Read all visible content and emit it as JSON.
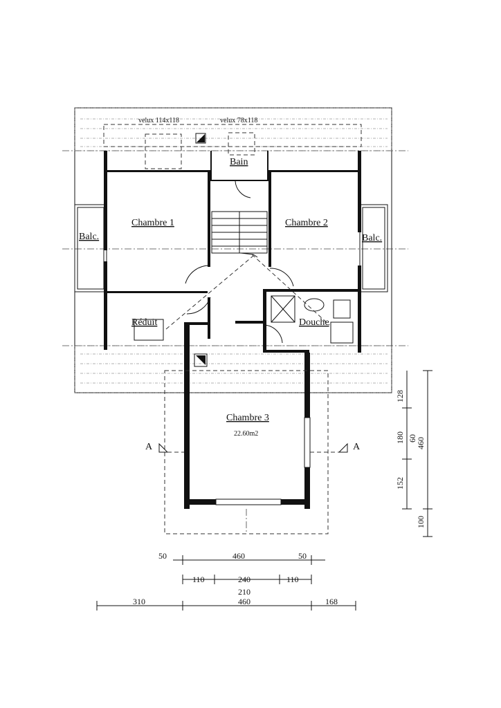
{
  "labels": {
    "velux_1": "velux 114x118",
    "velux_2": "velux 78x118",
    "bain": "Bain",
    "chambre_1": "Chambre 1",
    "chambre_2": "Chambre 2",
    "balc_left": "Balc.",
    "balc_right": "Balc.",
    "reduit": "Réduit",
    "douche": "Douche",
    "chambre_3": "Chambre 3",
    "chambre_3_area": "22.60m2",
    "section_left": "A",
    "section_right": "A"
  },
  "dimensions": {
    "row1": [
      "50",
      "460",
      "50"
    ],
    "row2": [
      "110",
      "240",
      "110"
    ],
    "row2_sub": "210",
    "row3": [
      "310",
      "460",
      "168"
    ],
    "vertical": [
      "128",
      "180",
      "152",
      "100"
    ],
    "vertical_mid": [
      "60",
      "460"
    ]
  }
}
